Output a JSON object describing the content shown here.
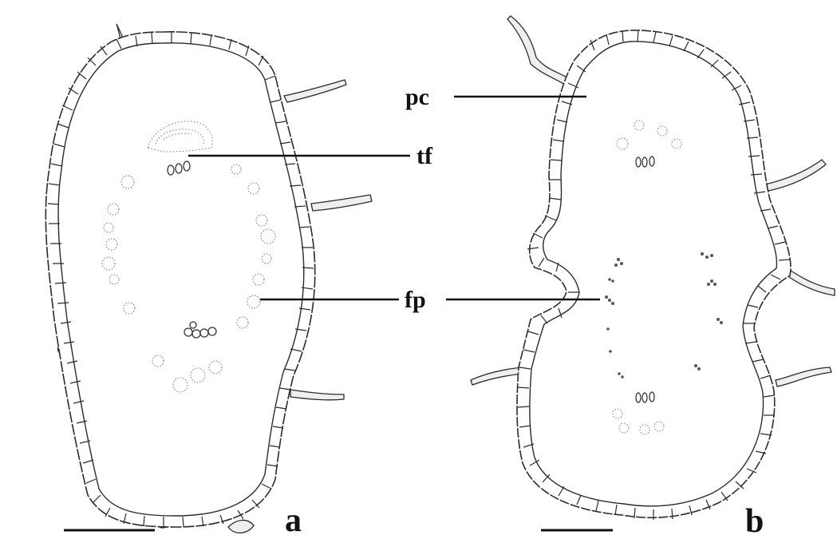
{
  "panels": [
    {
      "id": "a",
      "label": "a"
    },
    {
      "id": "b",
      "label": "b"
    }
  ],
  "annotations": {
    "tf": "tf",
    "fp": "fp",
    "pc": "pc"
  },
  "colors": {
    "outline": "#2b2b2b",
    "cell_fill": "#ffffff",
    "dots": "#7a7a7a",
    "dark_dots": "#333333",
    "hair_fill": "#efefef",
    "leader": "#111111"
  }
}
